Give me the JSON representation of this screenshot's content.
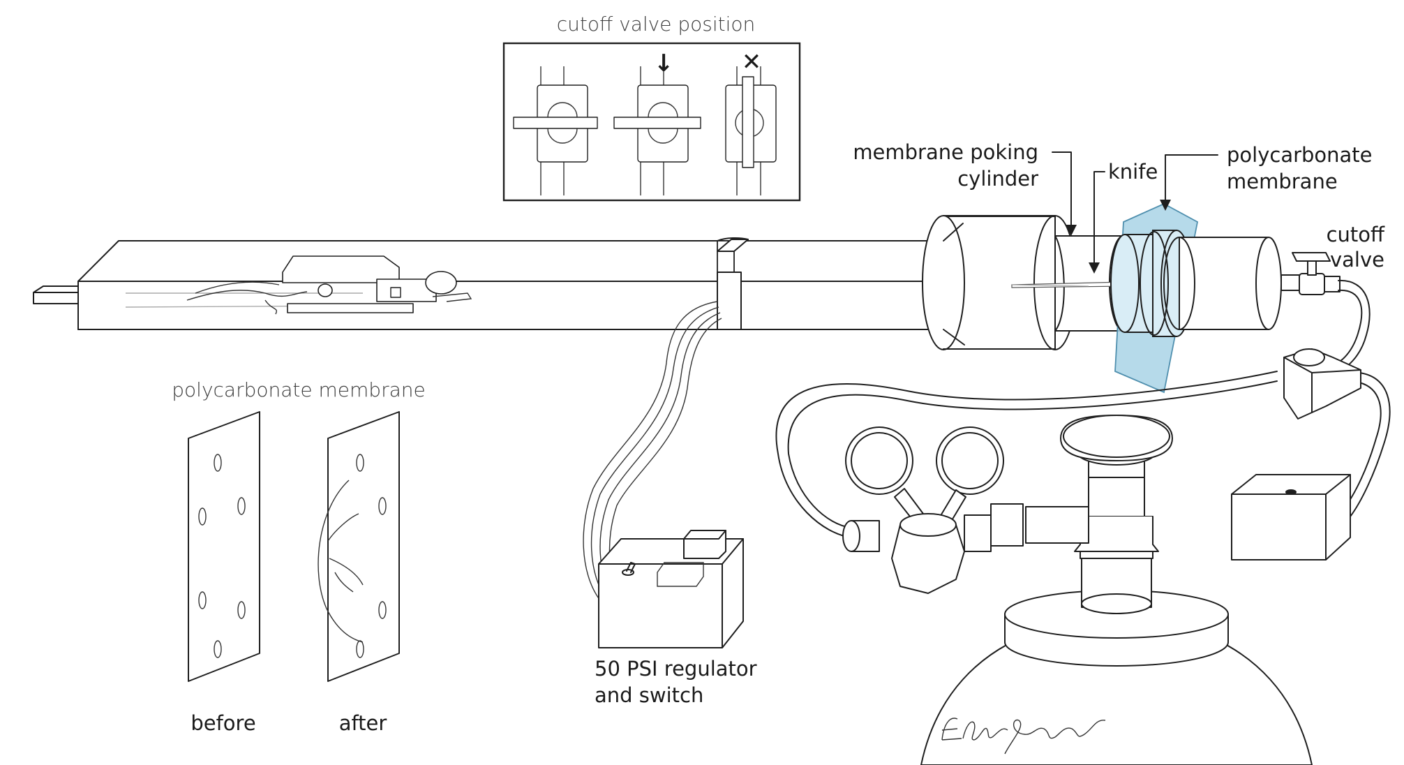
{
  "labels": {
    "cutoff_valve_position": "cutoff valve position",
    "membrane_poking_cylinder_line1": "membrane poking",
    "membrane_poking_cylinder_line2": "cylinder",
    "knife": "knife",
    "polycarbonate_membrane_top_line1": "polycarbonate",
    "polycarbonate_membrane_top_line2": "membrane",
    "cutoff_valve_line1": "cutoff",
    "cutoff_valve_line2": "valve",
    "polycarbonate_membrane_inset": "polycarbonate membrane",
    "before": "before",
    "after": "after",
    "regulator_line1": "50 PSI regulator",
    "regulator_line2": "and switch"
  },
  "valve_inset_markers": {
    "middle": "↓",
    "right": "✕"
  },
  "signature": "Elyssa Siegel",
  "colors": {
    "line": "#1e1e1e",
    "membrane_blue": "#a9d3e6",
    "membrane_blue_edge": "#4f8fae",
    "background": "#ffffff"
  }
}
